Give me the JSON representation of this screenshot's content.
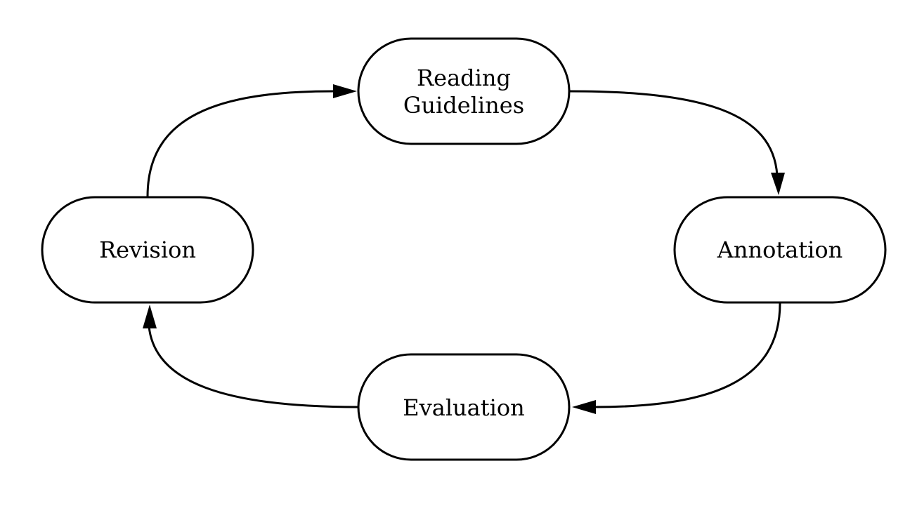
{
  "diagram": {
    "nodes": {
      "reading_guidelines": {
        "line1": "Reading",
        "line2": "Guidelines"
      },
      "annotation": {
        "label": "Annotation"
      },
      "evaluation": {
        "label": "Evaluation"
      },
      "revision": {
        "label": "Revision"
      }
    },
    "edges": [
      {
        "from": "Reading Guidelines",
        "to": "Annotation"
      },
      {
        "from": "Annotation",
        "to": "Evaluation"
      },
      {
        "from": "Evaluation",
        "to": "Revision"
      },
      {
        "from": "Revision",
        "to": "Reading Guidelines"
      }
    ],
    "colors": {
      "stroke": "#000000",
      "fill": "#ffffff"
    }
  }
}
